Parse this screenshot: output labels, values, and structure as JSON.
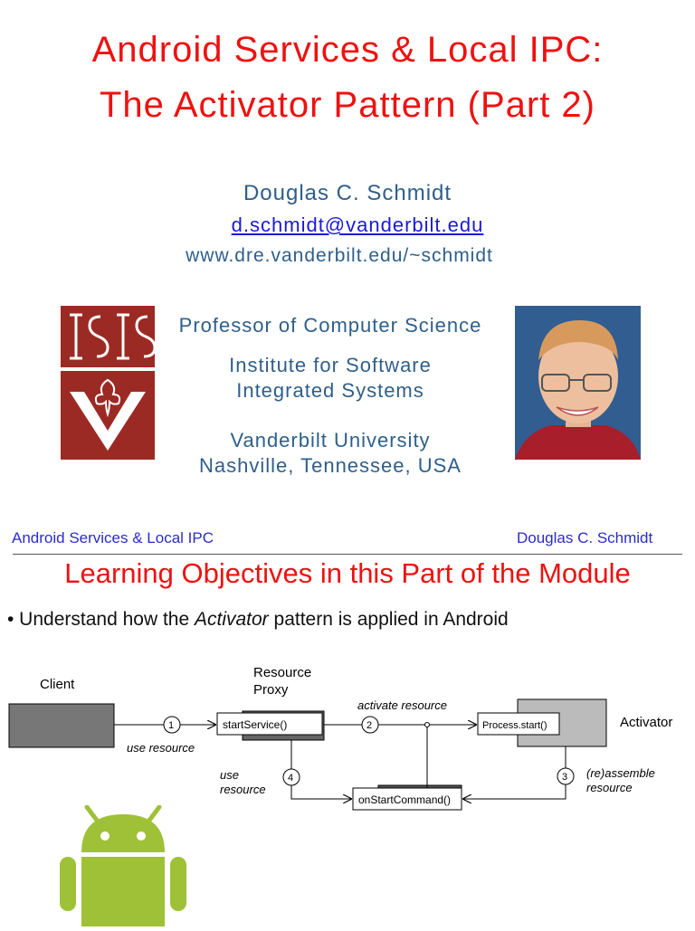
{
  "slide1": {
    "title_line1": "Android Services & Local IPC:",
    "title_line2": "The Activator Pattern (Part 2)",
    "author": "Douglas C. Schmidt",
    "email": "d.schmidt@vanderbilt.edu",
    "website": "www.dre.vanderbilt.edu/~schmidt",
    "role": "Professor of Computer Science",
    "institute_line1": "Institute for Software",
    "institute_line2": "Integrated Systems",
    "university": "Vanderbilt University",
    "location": "Nashville, Tennessee, USA",
    "logo_icon": "isis-vanderbilt-logo",
    "photo_icon": "author-photo"
  },
  "slide2": {
    "header_left": "Android Services & Local IPC",
    "header_right": "Douglas C. Schmidt",
    "title": "Learning Objectives in this Part of the Module",
    "bullet_prefix": "• Understand how the ",
    "bullet_em": "Activator",
    "bullet_suffix": " pattern is applied in Android",
    "diagram": {
      "client": "Client",
      "proxy_line1": "Resource",
      "proxy_line2": "Proxy",
      "start_service": "startService()",
      "activate_resource": "activate resource",
      "process_start": "Process.start()",
      "activator": "Activator",
      "use_resource_1": "use resource",
      "use_resource_2a": "use",
      "use_resource_2b": "resource",
      "reassemble_a": "(re)assemble",
      "reassemble_b": "resource",
      "on_start_command": "onStartCommand()",
      "step1": "1",
      "step2": "2",
      "step3": "3",
      "step4": "4"
    },
    "android_icon": "android-robot-icon"
  }
}
